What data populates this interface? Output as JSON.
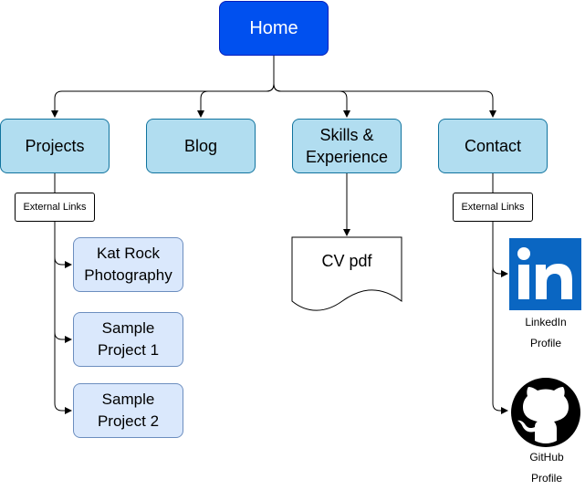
{
  "home": {
    "label": "Home"
  },
  "sections": {
    "projects": "Projects",
    "blog": "Blog",
    "skills": "Skills & Experience",
    "contact": "Contact"
  },
  "external_links_label": "External Links",
  "projects_items": [
    "Kat Rock Photography",
    "Sample Project 1",
    "Sample Project 2"
  ],
  "cv": {
    "label": "CV pdf"
  },
  "social": {
    "linkedin": {
      "line1": "LinkedIn",
      "line2": "Profile"
    },
    "github": {
      "line1": "GitHub",
      "line2": "Profile"
    }
  },
  "colors": {
    "home_fill": "#0050ef",
    "section_fill": "#b1ddf0",
    "sub_fill": "#dae8fc",
    "linkedin_blue": "#0a66c2",
    "github_black": "#000000"
  }
}
